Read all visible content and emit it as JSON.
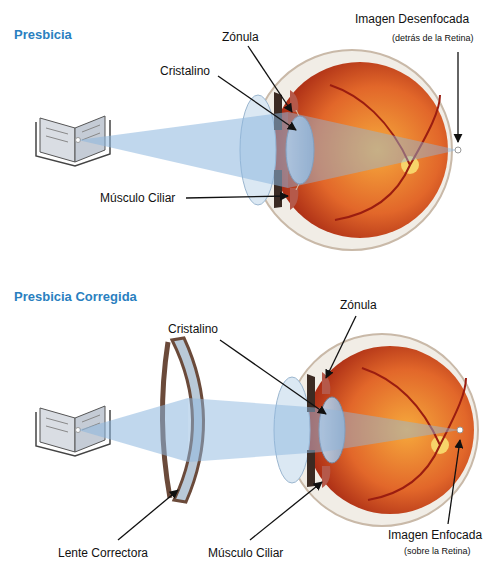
{
  "diagram": {
    "labels": [
      "Presbicia",
      "Zónula",
      "Imagen Desenfocada",
      "(detrás de la Retina)",
      "Cristalino",
      "Músculo Ciliar",
      "Presbicia Corregida",
      "Cristalino",
      "Zónula",
      "Lente Correctora",
      "Músculo Ciliar",
      "Imagen Enfocada",
      "(sobre la Retina)"
    ]
  }
}
